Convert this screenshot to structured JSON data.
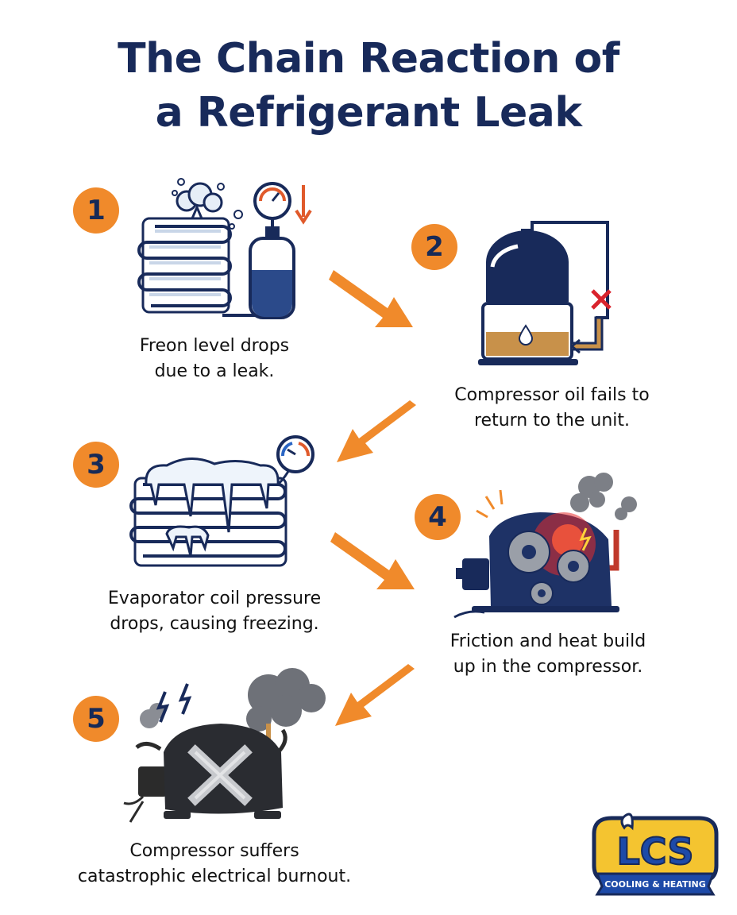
{
  "title": {
    "line1": "The Chain Reaction of",
    "line2": "a Refrigerant Leak"
  },
  "steps": [
    {
      "number": "1",
      "line1": "Freon level drops",
      "line2": "due to a leak.",
      "icon": "leaking-coil-and-tank-icon"
    },
    {
      "number": "2",
      "line1": "Compressor oil fails to",
      "line2": "return to the unit.",
      "icon": "compressor-oil-blocked-icon"
    },
    {
      "number": "3",
      "line1": "Evaporator coil pressure",
      "line2": "drops, causing freezing.",
      "icon": "frozen-coil-icon"
    },
    {
      "number": "4",
      "line1": "Friction and heat build",
      "line2": "up in the compressor.",
      "icon": "overheating-compressor-icon"
    },
    {
      "number": "5",
      "line1": "Compressor suffers",
      "line2": "catastrophic electrical burnout.",
      "icon": "burnt-out-compressor-icon"
    }
  ],
  "logo": {
    "brand": "LCS",
    "tagline": "COOLING & HEATING"
  },
  "colors": {
    "navy": "#182a5a",
    "orange": "#f08a2b",
    "ice": "#dfeaf5",
    "oil": "#c8914a"
  }
}
